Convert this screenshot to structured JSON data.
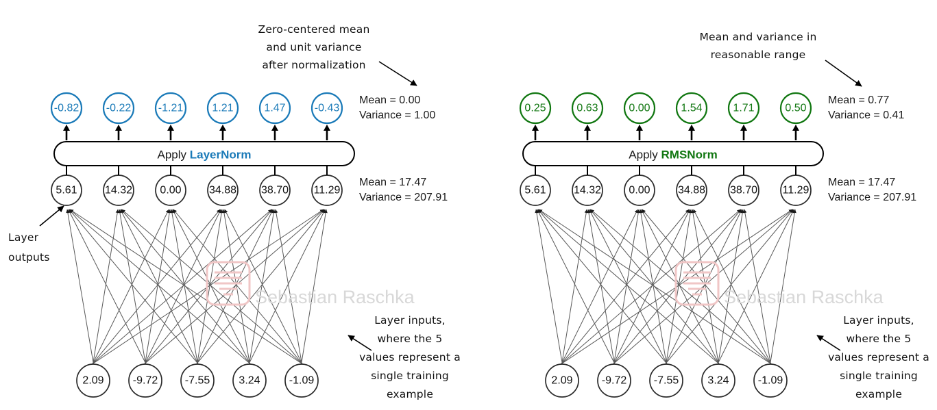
{
  "figure": {
    "title_implicit": "LayerNorm vs RMSNorm illustration",
    "watermark": "Sebastian Raschka",
    "colors": {
      "layernorm_accent": "#1a7ab8",
      "rmsnorm_accent": "#117711",
      "node_stroke": "#2b2b2b",
      "edge": "#585858",
      "watermark": "#d8d8d8",
      "watermark_logo": "#f2c9c9"
    }
  },
  "panels": [
    {
      "id": "layernorm",
      "accent": "#1a7ab8",
      "apply_box": {
        "prefix": "Apply ",
        "accent_label": "LayerNorm"
      },
      "top_annotation": {
        "lines": [
          "Zero-centered mean",
          "and unit variance",
          "after normalization"
        ]
      },
      "output_nodes": [
        "-0.82",
        "-0.22",
        "-1.21",
        "1.21",
        "1.47",
        "-0.43"
      ],
      "output_stats": {
        "mean": "Mean = 0.00",
        "variance": "Variance = 1.00"
      },
      "hidden_nodes": [
        "5.61",
        "14.32",
        "0.00",
        "34.88",
        "38.70",
        "11.29"
      ],
      "hidden_stats": {
        "mean": "Mean = 17.47",
        "variance": "Variance = 207.91"
      },
      "input_nodes": [
        "2.09",
        "-9.72",
        "-7.55",
        "3.24",
        "-1.09"
      ],
      "left_annotation": {
        "lines": [
          "Layer",
          "outputs"
        ]
      },
      "bottom_annotation": {
        "lines": [
          "Layer inputs,",
          "where the 5",
          "values represent a",
          "single training",
          "example"
        ]
      }
    },
    {
      "id": "rmsnorm",
      "accent": "#117711",
      "apply_box": {
        "prefix": "Apply ",
        "accent_label": "RMSNorm"
      },
      "top_annotation": {
        "lines": [
          "Mean and variance in",
          "reasonable range"
        ]
      },
      "output_nodes": [
        "0.25",
        "0.63",
        "0.00",
        "1.54",
        "1.71",
        "0.50"
      ],
      "output_stats": {
        "mean": "Mean = 0.77",
        "variance": "Variance = 0.41"
      },
      "hidden_nodes": [
        "5.61",
        "14.32",
        "0.00",
        "34.88",
        "38.70",
        "11.29"
      ],
      "hidden_stats": {
        "mean": "Mean = 17.47",
        "variance": "Variance = 207.91"
      },
      "input_nodes": [
        "2.09",
        "-9.72",
        "-7.55",
        "3.24",
        "-1.09"
      ],
      "left_annotation": {
        "lines": []
      },
      "bottom_annotation": {
        "lines": [
          "Layer inputs,",
          "where the 5",
          "values represent a",
          "single training",
          "example"
        ]
      }
    }
  ],
  "chart_data": {
    "type": "diagram",
    "description": "Two side-by-side neural-network layer diagrams comparing LayerNorm and RMSNorm normalization statistics.",
    "shared_input_layer": [
      2.09,
      -9.72,
      -7.55,
      3.24,
      -1.09
    ],
    "shared_hidden_layer": [
      5.61,
      14.32,
      0.0,
      34.88,
      38.7,
      11.29
    ],
    "shared_hidden_stats": {
      "mean": 17.47,
      "variance": 207.91
    },
    "series": [
      {
        "name": "LayerNorm outputs",
        "values": [
          -0.82,
          -0.22,
          -1.21,
          1.21,
          1.47,
          -0.43
        ],
        "mean": 0.0,
        "variance": 1.0
      },
      {
        "name": "RMSNorm outputs",
        "values": [
          0.25,
          0.63,
          0.0,
          1.54,
          1.71,
          0.5
        ],
        "mean": 0.77,
        "variance": 0.41
      }
    ]
  }
}
